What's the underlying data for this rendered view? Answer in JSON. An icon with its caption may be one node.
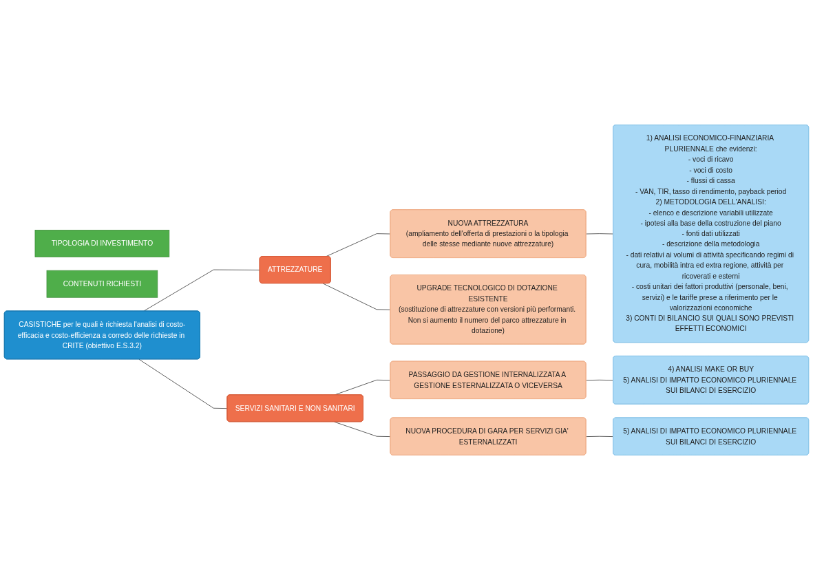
{
  "diagram": {
    "nodes": [
      {
        "text": [
          "TIPOLOGIA DI INVESTIMENTO"
        ]
      },
      {
        "text": [
          "CONTENUTI RICHIESTI"
        ]
      },
      {
        "text": [
          "CASISTICHE per le quali è richiesta l'analisi di costo-efficacia e costo-efficienza a corredo delle richieste in CRITE (obiettivo E.S.3.2)"
        ]
      },
      {
        "text": [
          "ATTREZZATURE"
        ]
      },
      {
        "text": [
          "NUOVA ATTREZZATURA",
          "(ampliamento dell'offerta di prestazioni o la tipologia delle stesse mediante nuove attrezzature)"
        ]
      },
      {
        "text": [
          "1) ANALISI ECONOMICO-FINANZIARIA PLURIENNALE che evidenzi:",
          "- voci di ricavo",
          "- voci di costo",
          "- flussi di cassa",
          "- VAN, TIR, tasso di rendimento, payback period",
          "2) METODOLOGIA DELL'ANALISI:",
          "- elenco e descrizione variabili utilizzate",
          "- ipotesi alla base della costruzione del piano",
          "- fonti dati utilizzati",
          "- descrizione della metodologia",
          "- dati relativi ai volumi di attività specificando regimi di cura, mobilità intra ed extra regione, attività per ricoverati e esterni",
          "- costi unitari dei fattori produttivi (personale, beni, servizi) e le tariffe prese a riferimento per le valorizzazioni economiche",
          "3) CONTI DI BILANCIO SUI QUALI SONO PREVISTI EFFETTI ECONOMICI"
        ]
      },
      {
        "text": [
          "UPGRADE TECNOLOGICO DI DOTAZIONE ESISTENTE",
          "(sostituzione di attrezzature con versioni più performanti. Non si aumento il numero del parco attrezzature in dotazione)"
        ]
      },
      {
        "text": [
          "SERVIZI SANITARI E NON SANITARI"
        ]
      },
      {
        "text": [
          "PASSAGGIO DA GESTIONE INTERNALIZZATA A GESTIONE ESTERNALIZZATA O VICEVERSA"
        ]
      },
      {
        "text": [
          "4) ANALISI MAKE OR BUY",
          "5) ANALISI DI IMPATTO ECONOMICO PLURIENNALE SUI BILANCI DI ESERCIZIO"
        ]
      },
      {
        "text": [
          "NUOVA PROCEDURA DI GARA PER SERVIZI GIA' ESTERNALIZZATI"
        ]
      },
      {
        "text": [
          "5) ANALISI DI IMPATTO ECONOMICO PLURIENNALE SUI BILANCI DI ESERCIZIO"
        ]
      }
    ],
    "edges": [
      {
        "from": 2,
        "to": 3,
        "arrow": "none"
      },
      {
        "from": 2,
        "to": 7,
        "arrow": "none"
      },
      {
        "from": 3,
        "to": 4,
        "arrow": "none"
      },
      {
        "from": 3,
        "to": 6,
        "arrow": "none"
      },
      {
        "from": 4,
        "to": 5,
        "arrow": "none"
      },
      {
        "from": 7,
        "to": 8,
        "arrow": "none"
      },
      {
        "from": 7,
        "to": 10,
        "arrow": "none"
      },
      {
        "from": 8,
        "to": 9,
        "arrow": "none"
      },
      {
        "from": 10,
        "to": 11,
        "arrow": "none"
      }
    ]
  }
}
